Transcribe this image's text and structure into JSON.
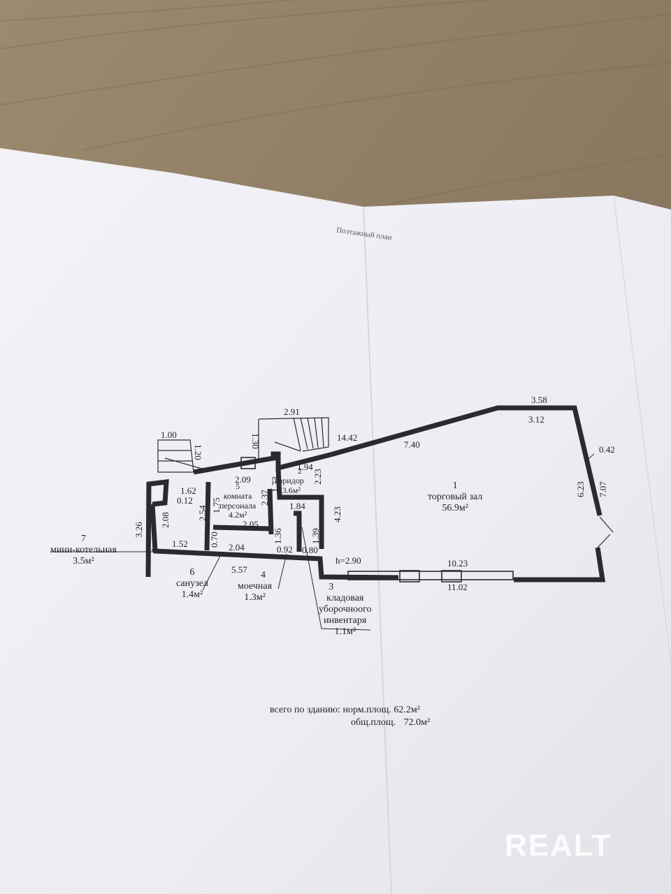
{
  "plan": {
    "title": "Поэтажный план",
    "rooms": [
      {
        "id": "1",
        "name": "торговый зал",
        "area": "56.9м²"
      },
      {
        "id": "2",
        "name": "коридор",
        "area": "3.6м²"
      },
      {
        "id": "3",
        "name_lines": [
          "кладовая",
          "уборочноого",
          "инвентаря"
        ],
        "area": "1.1м²"
      },
      {
        "id": "4",
        "name": "моечная",
        "area": "1.3м²"
      },
      {
        "id": "5",
        "name_lines": [
          "комната",
          "персонала"
        ],
        "area": "4.2м²"
      },
      {
        "id": "6",
        "name": "санузел",
        "area": "1.4м²"
      },
      {
        "id": "7",
        "name": "мини-котельная",
        "area": "3.5м²"
      }
    ],
    "dimensions": [
      "3.58",
      "3.12",
      "0.42",
      "7.07",
      "6.23",
      "7.40",
      "14.42",
      "2.91",
      "1.30",
      "1.00",
      "1.20",
      "1.62",
      "0.12",
      "2.09",
      "1.75",
      "2.54",
      "2.37",
      "1.73",
      "1.94",
      "2.23",
      "1.84",
      "4.23",
      "3.26",
      "2.08",
      "1.52",
      "0.70",
      "2.05",
      "1.36",
      "1.39",
      "2.04",
      "0.92",
      "0.80",
      "5.57",
      "h=2.90",
      "10.23",
      "11.02"
    ],
    "totals": {
      "line1_label": "всего по зданию: норм.площ.",
      "line1_value": "62.2м²",
      "line2_label": "общ.площ.",
      "line2_value": "72.0м²"
    }
  },
  "watermark": "REALT"
}
